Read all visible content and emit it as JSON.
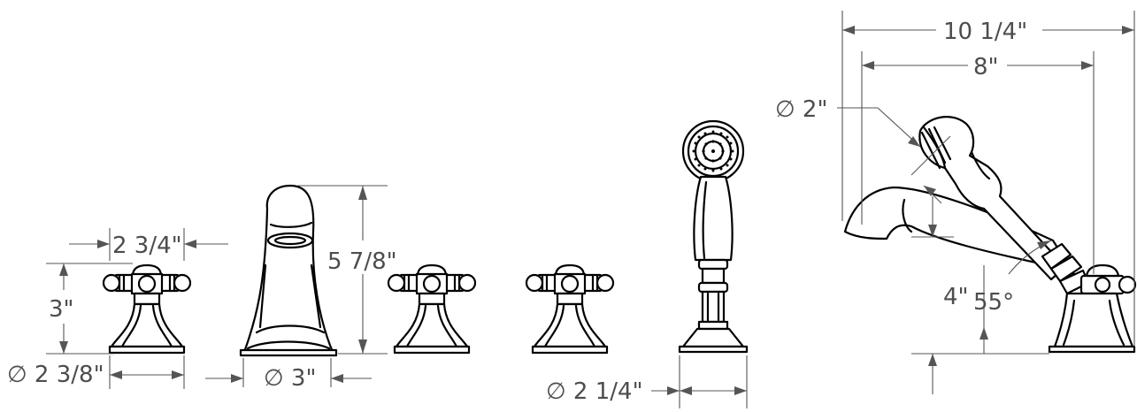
{
  "dimensions": {
    "handle_width": "2 3/4\"",
    "handle_height": "3\"",
    "handle_base_diameter": "∅ 2 3/8\"",
    "spout_height": "5 7/8\"",
    "spout_base_diameter": "∅ 3\"",
    "handshower_base_diameter": "∅ 2 1/4\"",
    "overall_reach": "10 1/4\"",
    "hose_reach": "8\"",
    "shower_head_diameter": "∅ 2\"",
    "side_height": "4\"",
    "angle": "55°"
  }
}
